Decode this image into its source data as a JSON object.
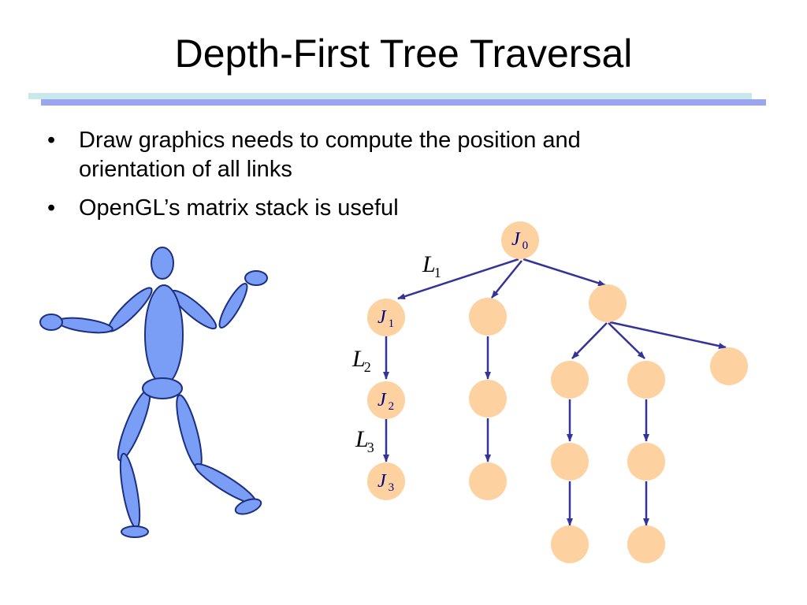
{
  "title": "Depth-First Tree Traversal",
  "bullets": [
    "Draw graphics needs to compute the position and orientation of all links",
    "OpenGL’s matrix stack is useful"
  ],
  "bullet_symbol": "•",
  "colors": {
    "node_fill": "#fdd1a0",
    "edge": "#33339a",
    "figure_fill": "#7a9ef5",
    "figure_stroke": "#1c2f80",
    "title_rule_light": "#c8e8ec",
    "title_rule_dark": "#9aa6f0"
  },
  "tree": {
    "node_labels": {
      "j0": {
        "letter": "J",
        "sub": "0"
      },
      "j1": {
        "letter": "J",
        "sub": "1"
      },
      "j2": {
        "letter": "J",
        "sub": "2"
      },
      "j3": {
        "letter": "J",
        "sub": "3"
      }
    },
    "link_labels": {
      "l1": {
        "letter": "L",
        "sub": "1"
      },
      "l2": {
        "letter": "L",
        "sub": "2"
      },
      "l3": {
        "letter": "L",
        "sub": "3"
      }
    }
  }
}
